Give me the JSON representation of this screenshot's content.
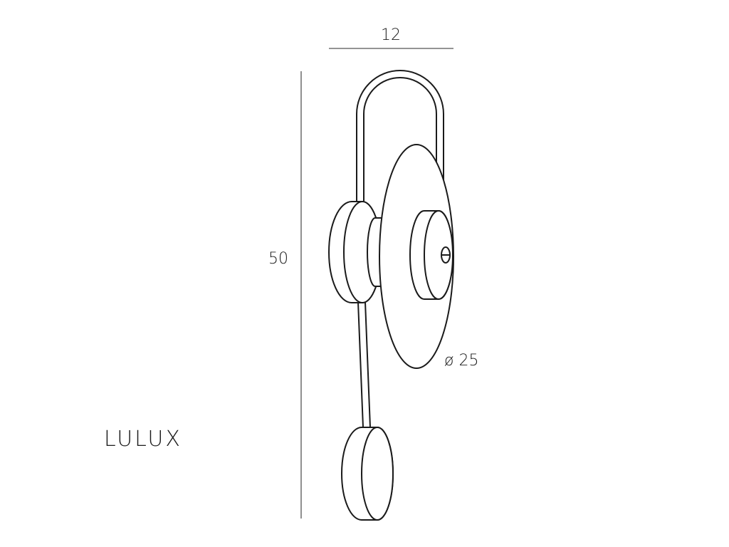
{
  "product": {
    "name": "LULUX"
  },
  "dimensions": {
    "width": "12",
    "height": "50",
    "diameter": "ø 25"
  },
  "colors": {
    "line": "#1a1a1a",
    "dimension_line": "#555555",
    "background": "#ffffff"
  }
}
